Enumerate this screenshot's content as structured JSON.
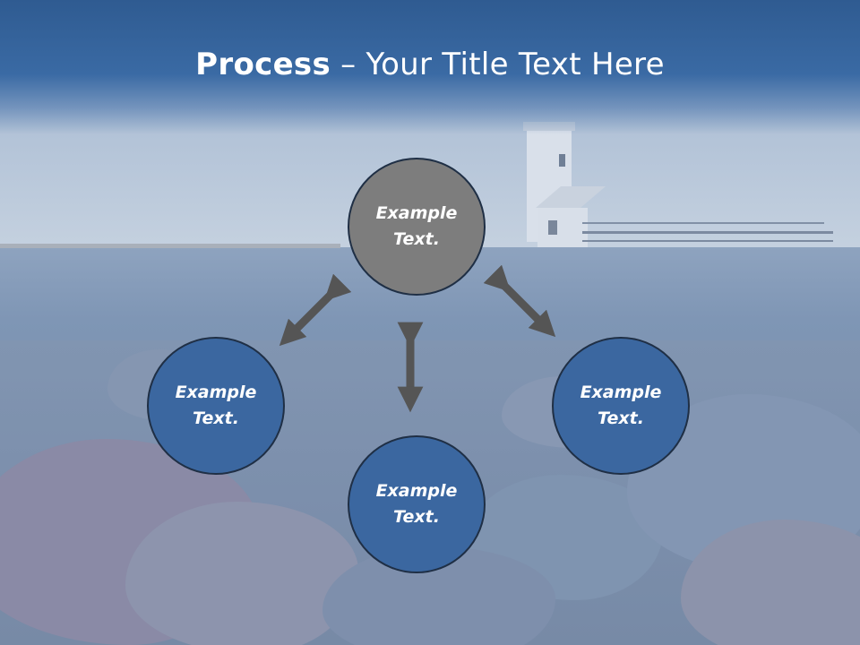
{
  "title": {
    "bold": "Process",
    "rest": " – Your Title Text Here"
  },
  "nodes": {
    "top": "Example\nText.",
    "left": "Example\nText.",
    "right": "Example\nText.",
    "bottom": "Example\nText."
  },
  "colors": {
    "title_bar": "#2f5b91",
    "node_gray": "#7d7d7d",
    "node_blue": "#3b67a0",
    "arrow": "#555555"
  }
}
